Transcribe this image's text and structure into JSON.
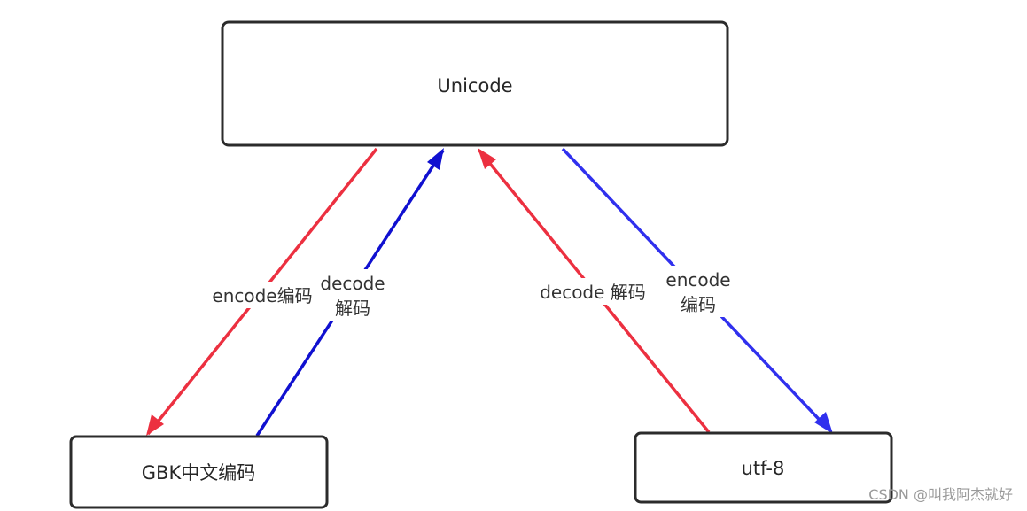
{
  "nodes": {
    "unicode": "Unicode",
    "gbk": "GBK中文编码",
    "utf8": "utf-8"
  },
  "edges": {
    "unicode_to_gbk": {
      "line1": "encode编码",
      "line2": "",
      "color": "#ec3040"
    },
    "gbk_to_unicode": {
      "line1": "decode",
      "line2": "解码",
      "color": "#1010d0"
    },
    "utf8_to_unicode": {
      "line1": "decode 解码",
      "line2": "",
      "color": "#ec3040"
    },
    "unicode_to_utf8": {
      "line1": "encode",
      "line2": "编码",
      "color": "#3030ee"
    }
  },
  "watermark": "CSDN @叫我阿杰就好"
}
